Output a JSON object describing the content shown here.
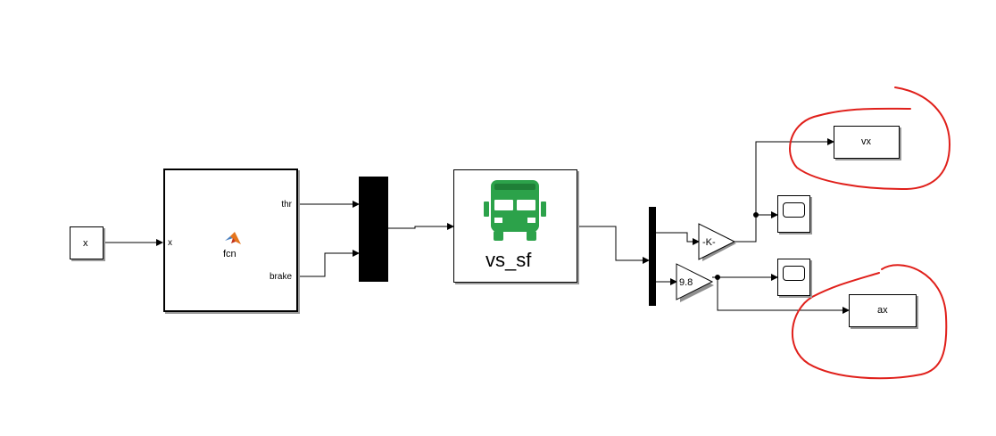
{
  "blocks": {
    "input_x": {
      "label": "x"
    },
    "fcn": {
      "label": "fcn",
      "in_port": "x",
      "out_ports": [
        "thr",
        "brake"
      ]
    },
    "vehicle": {
      "label": "vs_sf"
    },
    "gain_k": {
      "label": "-K-"
    },
    "gain_98": {
      "label": "9.8"
    },
    "out_vx": {
      "label": "vx"
    },
    "out_ax": {
      "label": "ax"
    }
  },
  "icons": {
    "vehicle": "truck-icon",
    "fcn": "matlab-logo-icon",
    "scope": "scope-icon"
  },
  "colors": {
    "vehicle_icon": "#2ca24a",
    "annotation": "#e0201b"
  }
}
